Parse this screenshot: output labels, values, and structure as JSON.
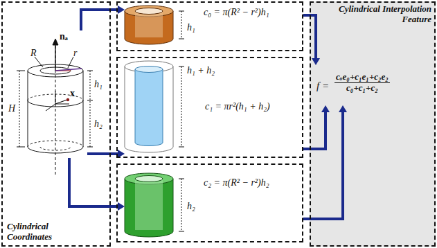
{
  "diagram": {
    "nodes": [
      {
        "text": [
          "Cylindrical Coordinates"
        ]
      },
      {
        "text": [
          "c₀ = π(R² − r²)h₁",
          "h₁"
        ]
      },
      {
        "text": [
          "h₁ + h₂",
          "c₁ = πr²(h₁ + h₂)"
        ]
      },
      {
        "text": [
          "c₂ = π(R² − r²)h₂",
          "h₂"
        ]
      },
      {
        "text": [
          "Cylindrical Interpolation Feature",
          "f =",
          "cₒe₀+c₁e₁+c₂e₂",
          "c₀+c₁+c₂"
        ]
      }
    ],
    "edges": [
      {
        "from": 0,
        "to": 1,
        "arrow": "to"
      },
      {
        "from": 0,
        "to": 2,
        "arrow": "to"
      },
      {
        "from": 0,
        "to": 3,
        "arrow": "to"
      },
      {
        "from": 1,
        "to": 4,
        "arrow": "to"
      },
      {
        "from": 2,
        "to": 4,
        "arrow": "to"
      },
      {
        "from": 3,
        "to": 4,
        "arrow": "to"
      }
    ],
    "labels": [
      "nₐ",
      "R",
      "r",
      "h₁",
      "h₂",
      "H",
      "x"
    ]
  }
}
